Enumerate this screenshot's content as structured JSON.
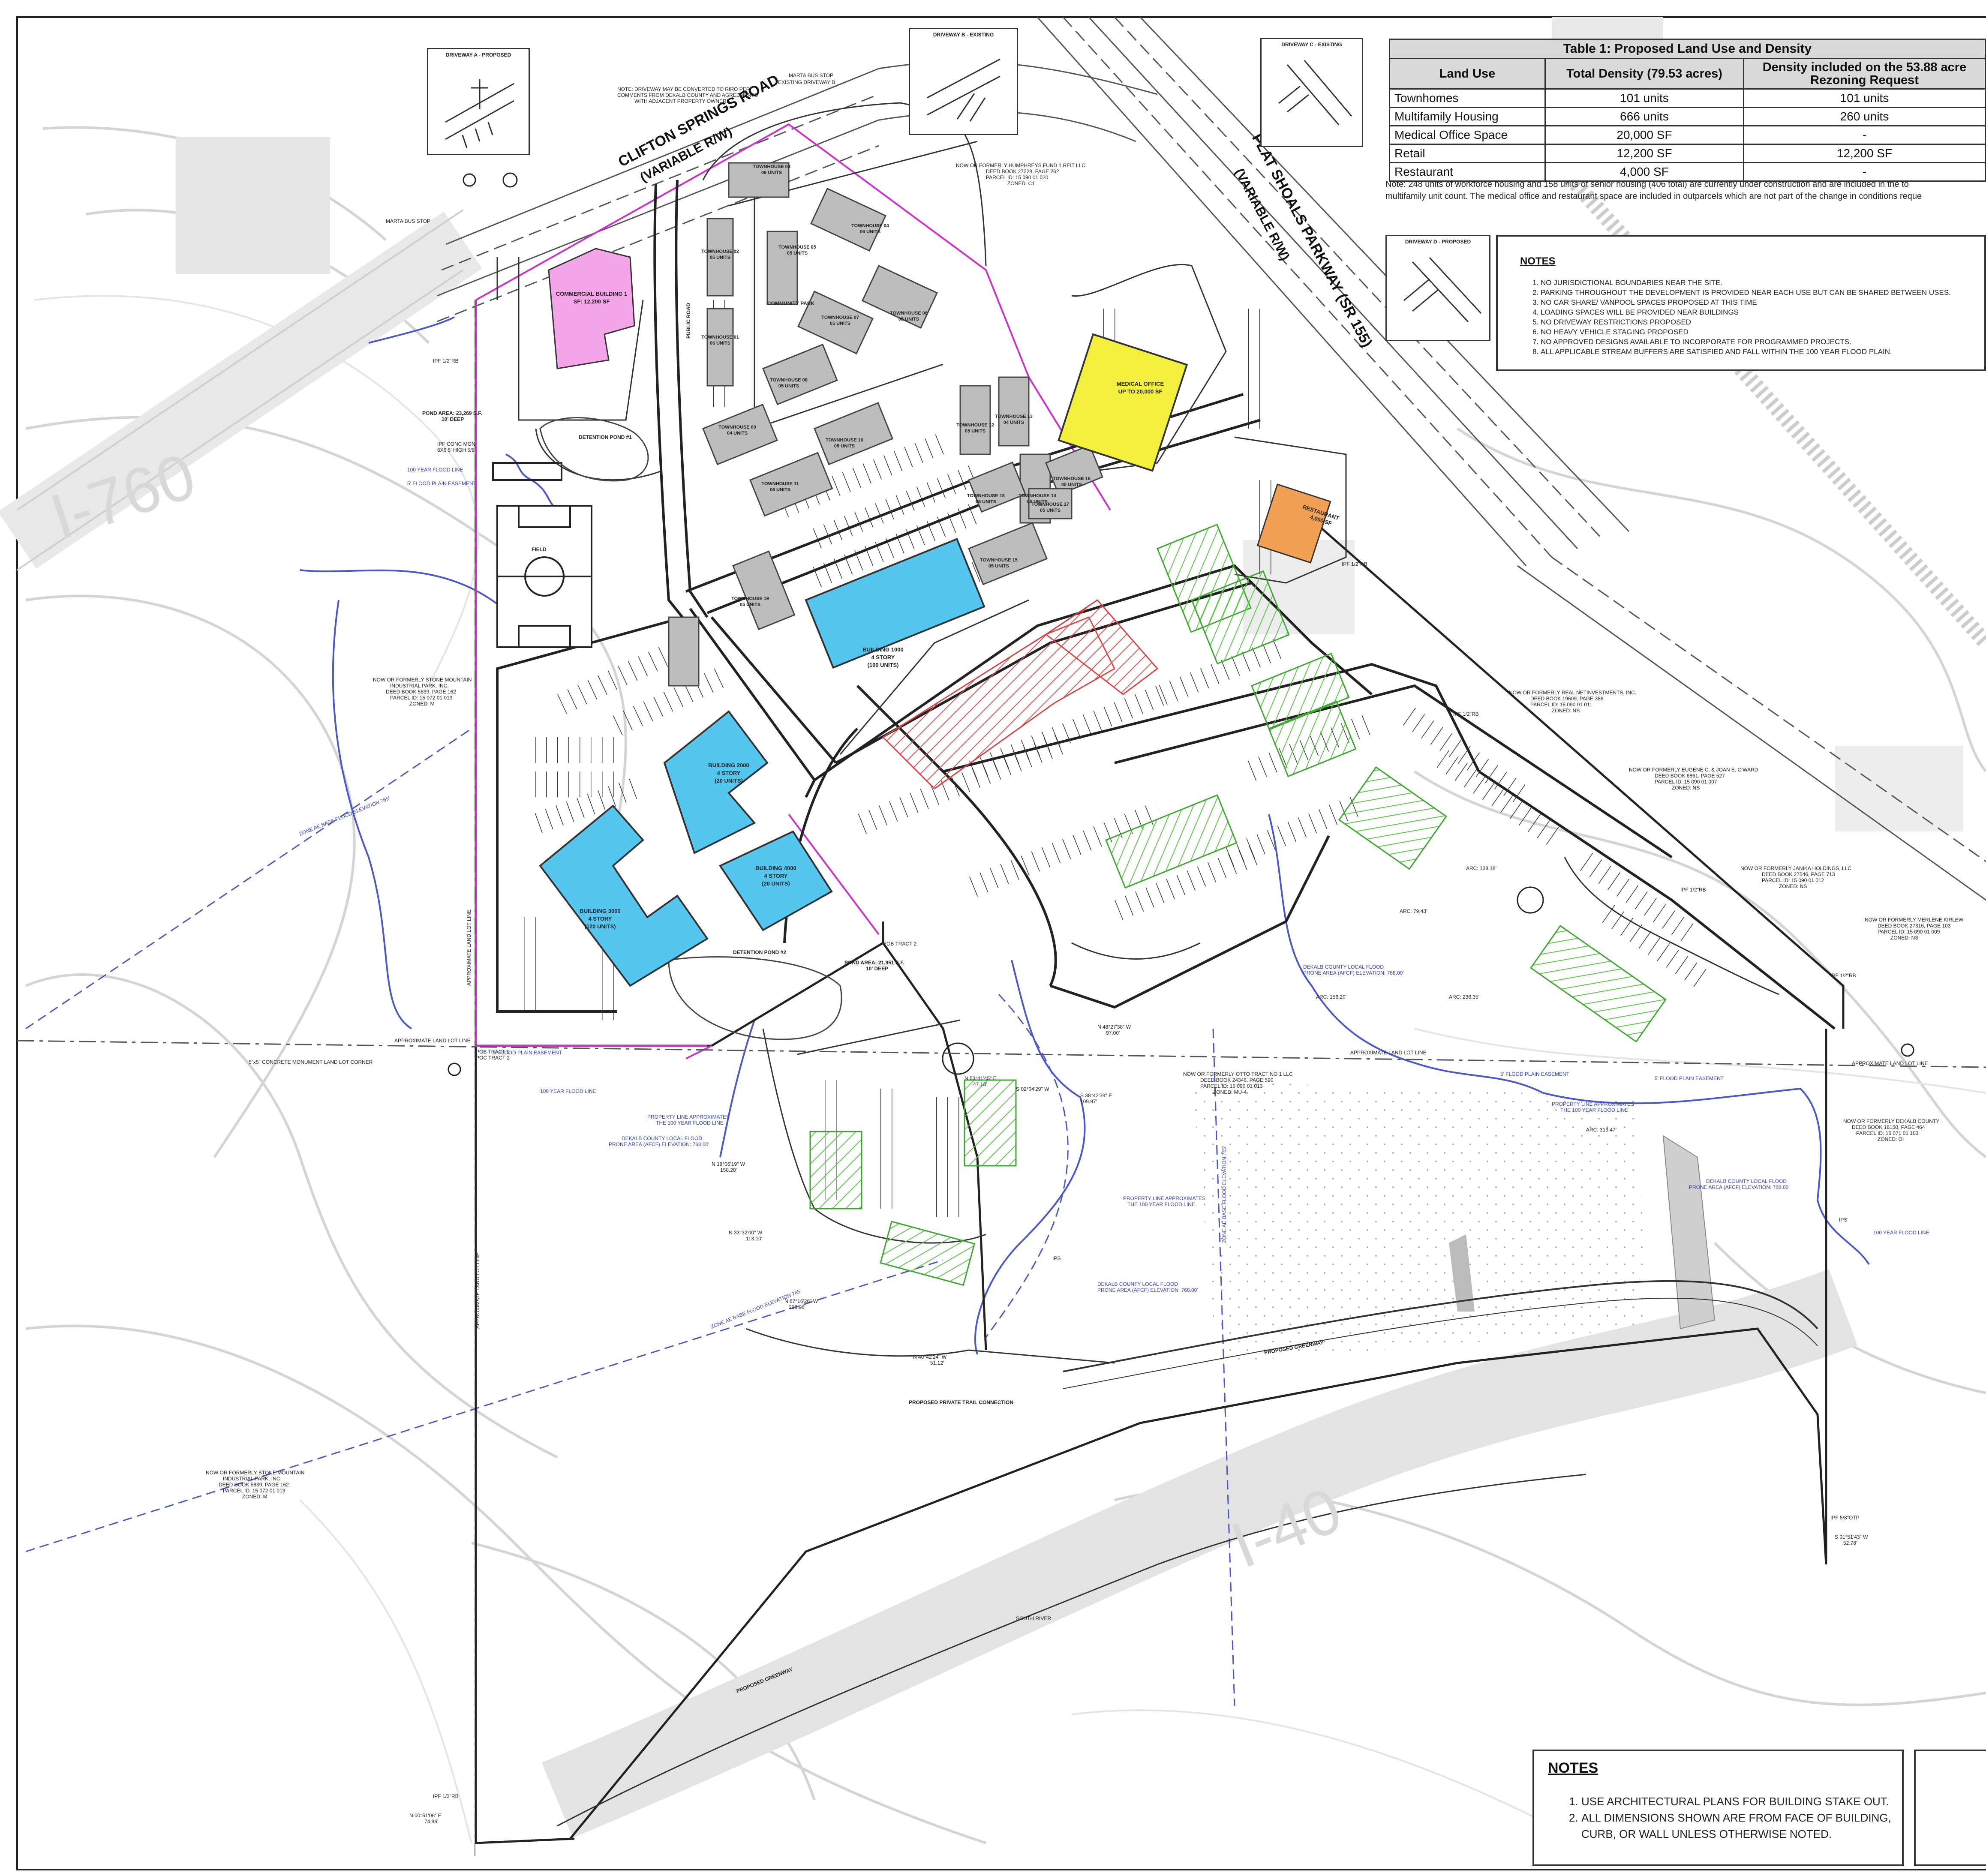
{
  "table1": {
    "title": "Table 1: Proposed Land Use and Density",
    "headers": [
      "Land Use",
      "Total Density (79.53 acres)",
      "Density included on the 53.88 acre Rezoning Request"
    ],
    "rows": [
      [
        "Townhomes",
        "101 units",
        "101 units"
      ],
      [
        "Multifamily Housing",
        "666 units",
        "260 units"
      ],
      [
        "Medical Office Space",
        "20,000 SF",
        "-"
      ],
      [
        "Retail",
        "12,200 SF",
        "12,200 SF"
      ],
      [
        "Restaurant",
        "4,000 SF",
        "-"
      ]
    ],
    "note_line1": "Note: 248 units of workforce housing and 158 units of senior housing (406 total) are currently under construction and are included in the to",
    "note_line2": "multifamily unit count. The medical office and restaurant space are included in outparcels which are not part of the change in conditions reque"
  },
  "notes_top": {
    "title": "NOTES",
    "items": [
      "NO JURISDICTIONAL BOUNDARIES NEAR THE SITE.",
      "PARKING THROUGHOUT THE DEVELOPMENT IS PROVIDED NEAR EACH USE BUT CAN BE SHARED BETWEEN USES.",
      "NO CAR SHARE/ VANPOOL SPACES PROPOSED AT THIS TIME",
      "LOADING SPACES WILL BE PROVIDED NEAR BUILDINGS",
      "NO DRIVEWAY RESTRICTIONS PROPOSED",
      "NO HEAVY VEHICLE STAGING PROPOSED",
      "NO APPROVED DESIGNS AVAILABLE TO INCORPORATE FOR PROGRAMMED PROJECTS.",
      "ALL APPLICABLE STREAM BUFFERS ARE SATISFIED AND FALL WITHIN THE 100 YEAR FLOOD PLAIN."
    ]
  },
  "notes_bottom": {
    "title": "NOTES",
    "items": [
      "USE ARCHITECTURAL PLANS FOR BUILDING STAKE OUT.",
      "ALL DIMENSIONS SHOWN ARE FROM FACE OF BUILDING, CURB, OR WALL UNLESS OTHERWISE NOTED."
    ]
  },
  "driveways": {
    "a": "DRIVEWAY A - PROPOSED",
    "b": "DRIVEWAY B - EXISTING",
    "c": "DRIVEWAY C - EXISTING",
    "d": "DRIVEWAY D - PROPOSED"
  },
  "roads": {
    "clifton": "CLIFTON SPRINGS ROAD",
    "clifton_row": "(VARIABLE R/W)",
    "flat_shoals": "FLAT SHOALS PARKWAY (SR 155)",
    "flat_shoals_row": "(VARIABLE R/W)",
    "i760": "I-760",
    "i40": "I-40"
  },
  "buildings": {
    "commercial": [
      "COMMERCIAL BUILDING 1",
      "SF: 12,200 SF"
    ],
    "medical": [
      "MEDICAL OFFICE",
      "UP TO 20,000 SF"
    ],
    "restaurant": [
      "RESTAURANT",
      "4,000 SF"
    ],
    "b1000": [
      "BUILDING 1000",
      "4 STORY",
      "(100 UNITS)"
    ],
    "b2000": [
      "BUILDING 2000",
      "4 STORY",
      "(20 UNITS)"
    ],
    "b3000": [
      "BUILDING 3000",
      "4 STORY",
      "(120 UNITS)"
    ],
    "b4000": [
      "BUILDING 4000",
      "4 STORY",
      "(20 UNITS)"
    ]
  },
  "townhouses": [
    {
      "name": "TOWNHOUSE 03",
      "units": "06 UNITS"
    },
    {
      "name": "TOWNHOUSE 02",
      "units": "05 UNITS"
    },
    {
      "name": "TOWNHOUSE 01",
      "units": "06 UNITS"
    },
    {
      "name": "TOWNHOUSE 04",
      "units": "06 UNITS"
    },
    {
      "name": "TOWNHOUSE 05",
      "units": "05 UNITS"
    },
    {
      "name": "TOWNHOUSE 07",
      "units": "05 UNITS"
    },
    {
      "name": "TOWNHOUSE 06",
      "units": "05 UNITS"
    },
    {
      "name": "TOWNHOUSE 08",
      "units": "05 UNITS"
    },
    {
      "name": "TOWNHOUSE 09",
      "units": "04 UNITS"
    },
    {
      "name": "TOWNHOUSE 10",
      "units": "05 UNITS"
    },
    {
      "name": "TOWNHOUSE 11",
      "units": "06 UNITS"
    },
    {
      "name": "TOWNHOUSE 12",
      "units": "05 UNITS"
    },
    {
      "name": "TOWNHOUSE 13",
      "units": "04 UNITS"
    },
    {
      "name": "TOWNHOUSE 14",
      "units": "05 UNITS"
    },
    {
      "name": "TOWNHOUSE 15",
      "units": "05 UNITS"
    },
    {
      "name": "TOWNHOUSE 16",
      "units": "05 UNITS"
    },
    {
      "name": "TOWNHOUSE 17",
      "units": "05 UNITS"
    },
    {
      "name": "TOWNHOUSE 18",
      "units": "06 UNITS"
    },
    {
      "name": "TOWNHOUSE 19",
      "units": "05 UNITS"
    }
  ],
  "labels": {
    "marta1": "MARTA BUS STOP",
    "marta2": "MARTA BUS STOP",
    "existing_dw_b": "EXISTING DRIVEWAY B",
    "dw_note1": "NOTE: DRIVEWAY MAY BE CONVERTED TO RIRO PER",
    "dw_note2": "COMMENTS FROM DEKALB COUNTY AND AGREEMENTS",
    "dw_note3": "WITH ADJACENT PROPERTY OWNERS.",
    "community_park": "COMMUNITY PARK",
    "field": "FIELD",
    "public_road": "PUBLIC ROAD",
    "detention1": "DETENTION POND #1",
    "detention2": "DETENTION POND #2",
    "pond_area1": "POND AREA: 23,269 S.F.",
    "pond_area1b": "10' DEEP",
    "pond_area2": "POND AREA: 21,951 S.F.",
    "pond_area2b": "10' DEEP",
    "ipf_conc": "IPF CONC MON",
    "ipf_conc_b": "6X6 5' HIGH 5/8",
    "flood100": "100 YEAR FLOOD LINE",
    "flood5": "5' FLOOD PLAIN EASEMENT",
    "stone_mtn1": "NOW OR FORMERLY STONE MOUNTAIN",
    "stone_mtn2": "INDUSTRIAL PARK, INC.",
    "stone_mtn3": "DEED BOOK 5839, PAGE 162",
    "stone_mtn4": "PARCEL ID: 15 072 01 013",
    "stone_mtn5": "ZONED: M",
    "land_lot": "APPROXIMATE LAND LOT LINE",
    "concrete_mon": "5\"x5\" CONCRETE MONUMENT LAND LOT CORNER",
    "pob1": "POB TRACT 1",
    "poc2": "POC TRACT 2",
    "pob2": "POB TRACT 2",
    "humphreys1": "NOW OR FORMERLY HUMPHREYS FUND 1 REIT LLC",
    "humphreys2": "DEED BOOK 27228, PAGE 262",
    "humphreys3": "PARCEL ID: 15 090 01 020",
    "humphreys4": "ZONED: C1",
    "otto1": "NOW OR FORMERLY OTTO TRACT NO 1 LLC",
    "otto2": "DEED BOOK 24346, PAGE 590",
    "otto3": "PARCEL ID: 15 090 01 013",
    "otto4": "ZONED: MU-4",
    "dekalb_flood": "DEKALB COUNTY LOCAL FLOOD",
    "dekalb_flood2": "PRONE AREA (AFCF) ELEVATION: 768.00'",
    "prop_line": "PROPERTY LINE APPROXIMATES",
    "prop_line2": "THE 100 YEAR FLOOD LINE",
    "zone_ae": "ZONE AE BASE FLOOD ELEVATION 765'",
    "trail": "PROPOSED PRIVATE TRAIL CONNECTION",
    "greenway": "PROPOSED GREENWAY",
    "south_river": "SOUTH RIVER",
    "eugene1": "NOW OR FORMERLY EUGENE C. & JOAN E. O'WARD",
    "eugene2": "DEED BOOK 6861, PAGE 527",
    "eugene3": "PARCEL ID: 15 090 01 007",
    "eugene4": "ZONED: NS",
    "janika1": "NOW OR FORMERLY JANIKA HOLDINGS, LLC",
    "janika2": "DEED BOOK 27546, PAGE 713",
    "janika3": "PARCEL ID: 15 090 01 012",
    "janika4": "ZONED: NS",
    "kirlew1": "NOW OR FORMERLY MERLENE KIRLEW",
    "kirlew2": "DEED BOOK 27316, PAGE 103",
    "kirlew3": "PARCEL ID: 15 090 01 009",
    "kirlew4": "ZONED: NS",
    "dekalb_cty1": "NOW OR FORMERLY DEKALB COUNTY",
    "dekalb_cty2": "DEED BOOK 16150, PAGE 464",
    "dekalb_cty3": "PARCEL ID: 15 071 01 103",
    "dekalb_cty4": "ZONED: OI",
    "real_net1": "NOW OR FORMERLY REAL NETINVESTMENTS, INC.",
    "real_net2": "DEED BOOK 19609, PAGE 386",
    "real_net3": "PARCEL ID: 15 090 01 011",
    "real_net4": "ZONED: NS",
    "ipf_half": "IPF 1/2\"RB",
    "ipf_58": "IPF 5/8\"OTP",
    "ips": "IPS",
    "brg1": "N 53°41'45\" E",
    "brg1d": "47.13'",
    "brg2": "S 02°04'29\" W",
    "brg3": "N 48°27'38\" W",
    "brg3d": "97.00'",
    "brg4": "N 00°51'06\" E",
    "brg4d": "74.96'",
    "brg5": "S 01°51'43\" W",
    "brg5d": "52.78'",
    "brg6": "N 40°42'24\" W",
    "brg6d": "51.12'",
    "brg7": "N 67°16'26\" W",
    "brg7d": "203.96'",
    "brg8": "N 33°32'00\" W",
    "brg8d": "113.10'",
    "brg9": "N 18°06'19\" W",
    "brg9d": "158.28'",
    "brg10": "S 38°42'39\" E",
    "brg10d": "109.97'",
    "arc1": "ARC: 156.20'",
    "arc2": "ARC: 236.35'",
    "arc3": "ARC: 138.18'",
    "arc4": "ARC: 319.47'",
    "arc5": "ARC: 79.43'"
  }
}
